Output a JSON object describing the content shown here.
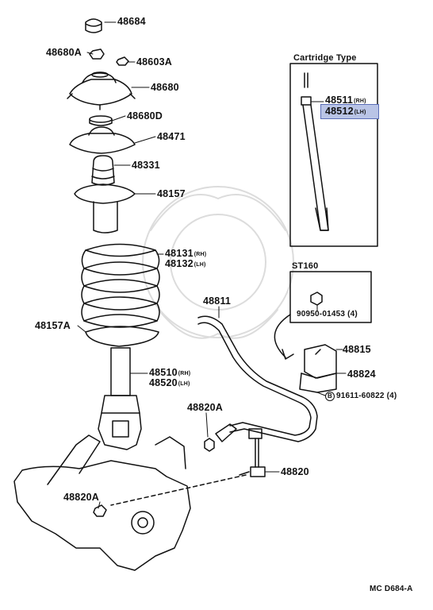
{
  "parts": {
    "p48684": "48684",
    "p48680A": "48680A",
    "p48603A": "48603A",
    "p48680": "48680",
    "p48680D": "48680D",
    "p48471": "48471",
    "p48331": "48331",
    "p48157": "48157",
    "p48131": "48131",
    "p48132": "48132",
    "p48157A": "48157A",
    "p48510": "48510",
    "p48520": "48520",
    "p48811": "48811",
    "p48815": "48815",
    "p48824": "48824",
    "p91611": "91611-60822 (4)",
    "p48820A_mid": "48820A",
    "p48820": "48820",
    "p48820A_low": "48820A",
    "p48511": "48511",
    "p48512": "48512",
    "p90950": "90950-01453 (4)"
  },
  "suffix": {
    "rh": "(RH)",
    "lh": "(LH)"
  },
  "boxes": {
    "cartridge_title": "Cartridge Type",
    "st_title": "ST160"
  },
  "marker": "B",
  "diagram_code": "MC D684-A",
  "colors": {
    "highlight": "#b9c4e6",
    "line": "#111111"
  }
}
